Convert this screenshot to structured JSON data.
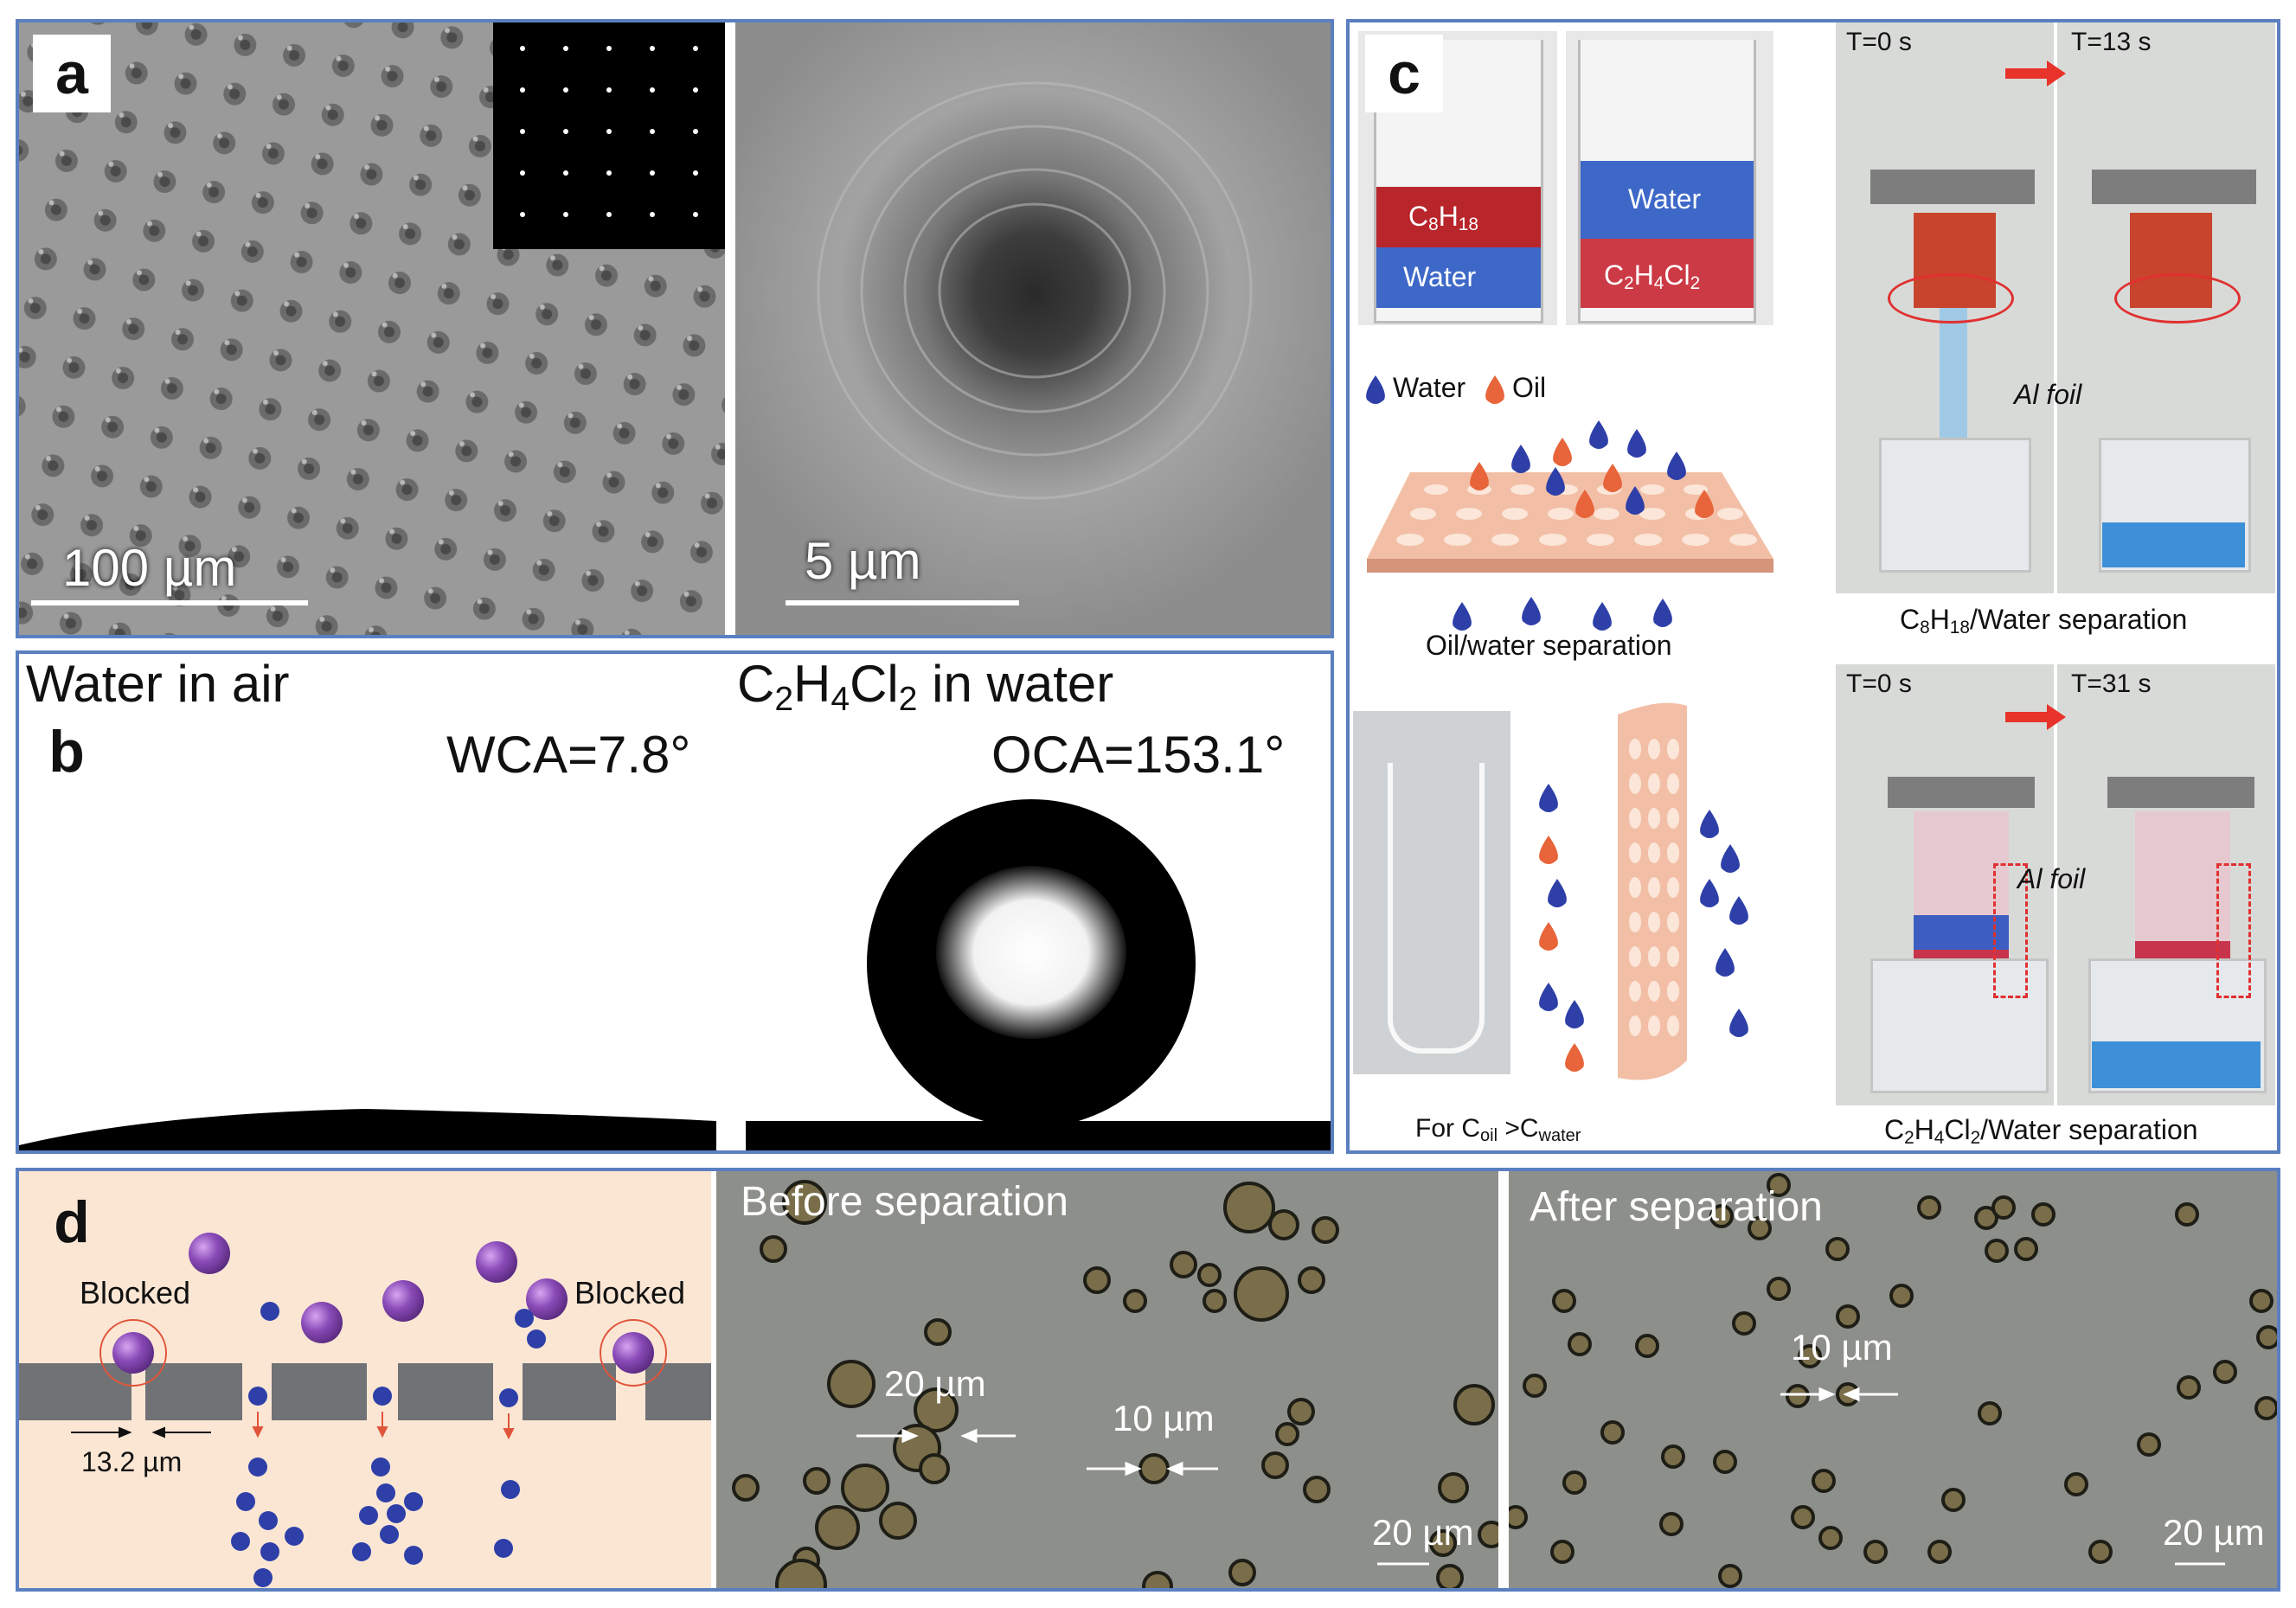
{
  "panel_a": {
    "letter": "a",
    "left_scale": "100 µm",
    "right_scale": "5 µm"
  },
  "panel_b": {
    "letter": "b",
    "left_title": "Water in air",
    "left_angle": "WCA=7.8°",
    "right_title_prefix": "C",
    "right_title_mid1": "H",
    "right_title_mid2": "Cl",
    "right_title_suffix": " in water",
    "right_angle": "OCA=153.1°"
  },
  "panel_c": {
    "letter": "c",
    "beaker1_top": "C8H18",
    "beaker1_bottom": "Water",
    "beaker2_top": "Water",
    "beaker2_bottom": "C2H4Cl2",
    "legend_water": "Water",
    "legend_oil": "Oil",
    "oil_water_caption": "Oil/water separation",
    "condition_caption_a": "For C",
    "condition_caption_sub1": "oil",
    "condition_caption_b": " >C",
    "condition_caption_sub2": "water",
    "photo1_t0": "T=0 s",
    "photo1_t1": "T=13 s",
    "photo1_label": "Al foil",
    "photo1_caption": "C8H18/Water separation",
    "photo2_t0": "T=0 s",
    "photo2_t1": "T=31 s",
    "photo2_label": "Al foil",
    "photo2_caption": "C2H4Cl2/Water separation"
  },
  "panel_d": {
    "letter": "d",
    "blocked_left": "Blocked",
    "blocked_right": "Blocked",
    "pore_size": "13.2 µm",
    "before_title": "Before separation",
    "before_label_20": "20 µm",
    "before_label_10": "10 µm",
    "before_scale": "20 µm",
    "after_title": "After separation",
    "after_label_10": "10 µm",
    "after_scale": "20 µm"
  },
  "colors": {
    "frame": "#5b7fc0",
    "water_blue": "#2e3fa8",
    "oil_orange": "#e8643a",
    "purple_drop": "#7b3fa6",
    "pale_peach": "#fbe6d4",
    "sem_gray": "#8f8f8f"
  }
}
